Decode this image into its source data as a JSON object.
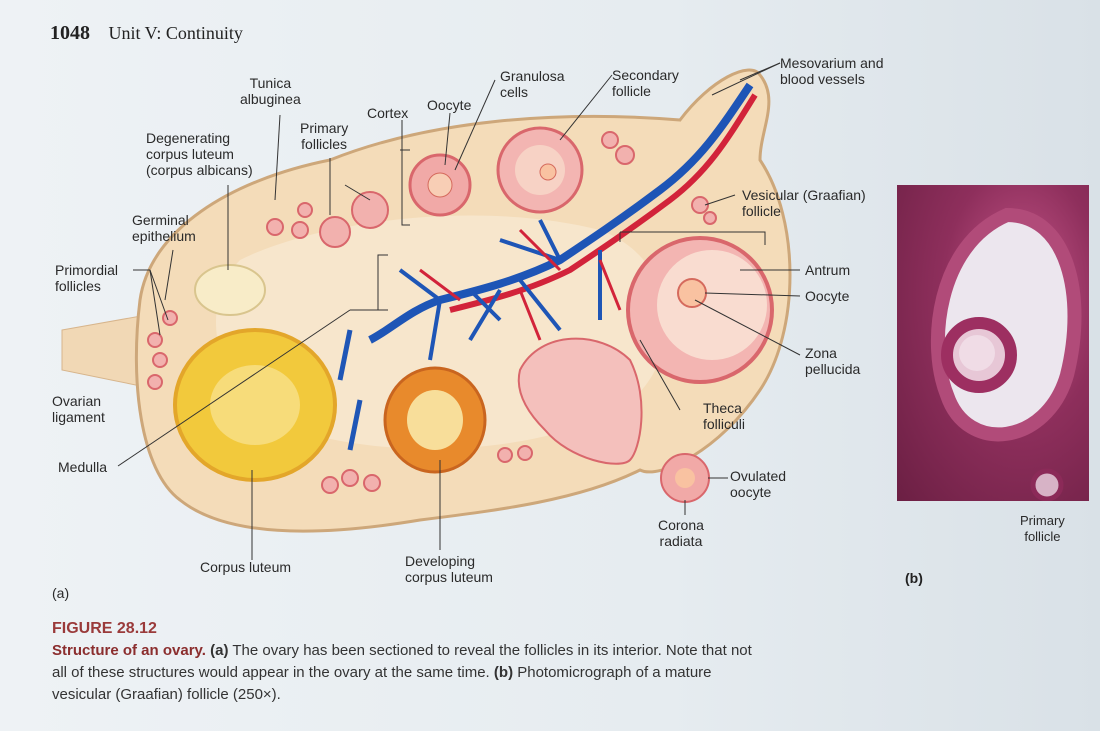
{
  "header": {
    "page_number": "1048",
    "unit": "Unit V: Continuity"
  },
  "labels": {
    "mesovarium": [
      "Mesovarium and",
      "blood vessels"
    ],
    "secondary_follicle": [
      "Secondary",
      "follicle"
    ],
    "granulosa_cells": [
      "Granulosa",
      "cells"
    ],
    "oocyte_top": "Oocyte",
    "cortex": "Cortex",
    "tunica_albuginea": [
      "Tunica",
      "albuginea"
    ],
    "primary_follicles": [
      "Primary",
      "follicles"
    ],
    "degenerating": [
      "Degenerating",
      "corpus luteum",
      "(corpus albicans)"
    ],
    "germinal_epithelium": [
      "Germinal",
      "epithelium"
    ],
    "primordial_follicles": [
      "Primordial",
      "follicles"
    ],
    "ovarian_ligament": [
      "Ovarian",
      "ligament"
    ],
    "medulla": "Medulla",
    "corpus_luteum": "Corpus luteum",
    "developing_corpus_luteum": [
      "Developing",
      "corpus luteum"
    ],
    "corona_radiata": [
      "Corona",
      "radiata"
    ],
    "ovulated_oocyte": [
      "Ovulated",
      "oocyte"
    ],
    "theca_folliculi": [
      "Theca",
      "folliculi"
    ],
    "zona_pellucida": [
      "Zona",
      "pellucida"
    ],
    "oocyte_right": "Oocyte",
    "antrum": "Antrum",
    "vesicular_follicle": [
      "Vesicular (Graafian)",
      "follicle"
    ],
    "primary_follicle_micro": [
      "Primary",
      "follicle"
    ],
    "panel_a": "(a)",
    "panel_b": "(b)"
  },
  "caption": {
    "figure": "FIGURE 28.12",
    "title": "Structure of an ovary.",
    "part_a_label": "(a)",
    "part_a_text": " The ovary has been sectioned to reveal the follicles in its interior. Note that not all of these structures would appear in the ovary at the same time. ",
    "part_b_label": "(b)",
    "part_b_text": " Photomicrograph of a mature vesicular (Graafian) follicle (250×)."
  }
}
